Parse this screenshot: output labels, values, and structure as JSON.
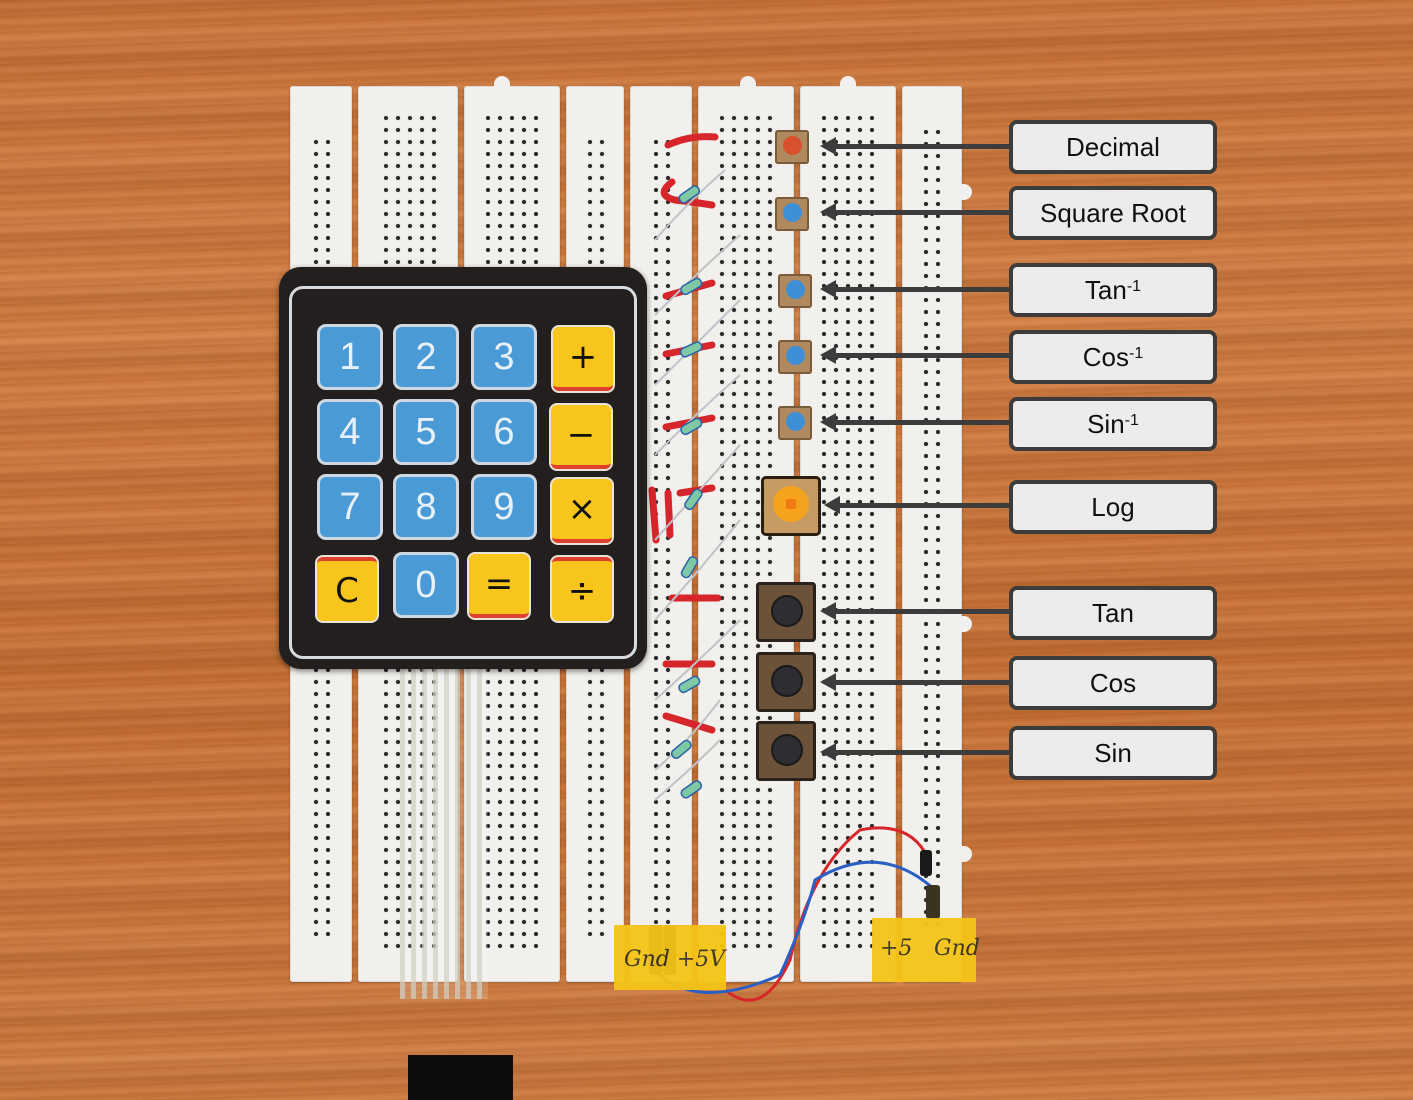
{
  "keypad": {
    "rows": [
      [
        {
          "label": "1",
          "type": "digit"
        },
        {
          "label": "2",
          "type": "digit"
        },
        {
          "label": "3",
          "type": "digit"
        },
        {
          "label": "+",
          "type": "operator"
        }
      ],
      [
        {
          "label": "4",
          "type": "digit"
        },
        {
          "label": "5",
          "type": "digit"
        },
        {
          "label": "6",
          "type": "digit"
        },
        {
          "label": "−",
          "type": "operator"
        }
      ],
      [
        {
          "label": "7",
          "type": "digit"
        },
        {
          "label": "8",
          "type": "digit"
        },
        {
          "label": "9",
          "type": "digit"
        },
        {
          "label": "×",
          "type": "operator"
        }
      ],
      [
        {
          "label": "C",
          "type": "operator"
        },
        {
          "label": "0",
          "type": "digit"
        },
        {
          "label": "=",
          "type": "operator"
        },
        {
          "label": "÷",
          "type": "operator"
        }
      ]
    ],
    "colors": {
      "digit": "#4a9ad6",
      "operator": "#f8c51c",
      "body": "#231f1e"
    }
  },
  "callouts": [
    {
      "id": "decimal",
      "text": "Decimal",
      "sup": "",
      "button": "red-small"
    },
    {
      "id": "square-root",
      "text": "Square Root",
      "sup": "",
      "button": "blue-small"
    },
    {
      "id": "tan-inverse",
      "text": "Tan",
      "sup": "-1",
      "button": "blue-small"
    },
    {
      "id": "cos-inverse",
      "text": "Cos",
      "sup": "-1",
      "button": "blue-small"
    },
    {
      "id": "sin-inverse",
      "text": "Sin",
      "sup": "-1",
      "button": "blue-small"
    },
    {
      "id": "log",
      "text": "Log",
      "sup": "",
      "button": "yellow-large"
    },
    {
      "id": "tan",
      "text": "Tan",
      "sup": "",
      "button": "black-large"
    },
    {
      "id": "cos",
      "text": "Cos",
      "sup": "",
      "button": "black-large"
    },
    {
      "id": "sin",
      "text": "Sin",
      "sup": "",
      "button": "black-large"
    }
  ],
  "tapes": {
    "left": {
      "text": "Gnd  +5V"
    },
    "right": {
      "left_text": "+5",
      "right_text": "Gnd"
    }
  },
  "colors": {
    "label_bg": "#ececec",
    "label_border": "#3c3c3c",
    "wood": "#c7733a",
    "breadboard": "#f1f0ec",
    "tape": "#f5c417"
  }
}
